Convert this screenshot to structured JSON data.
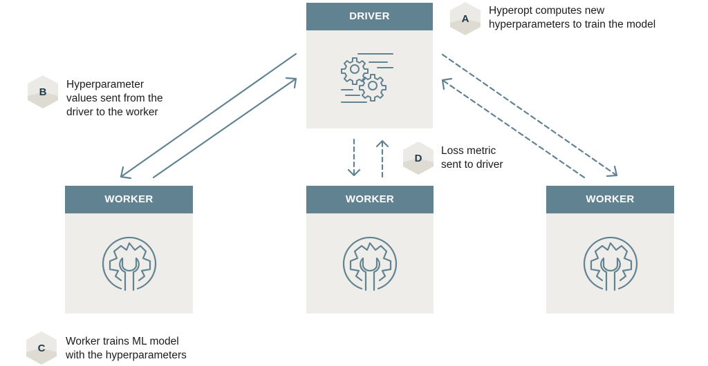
{
  "colors": {
    "header": "#618291",
    "box": "#eeede9",
    "line": "#618291",
    "badge_light": "#ebeae6",
    "badge_dark": "#dedcd2",
    "badge_text": "#1f3b47"
  },
  "driver": {
    "label": "DRIVER",
    "icon": "gears-icon"
  },
  "workers": [
    {
      "label": "WORKER",
      "icon": "wrench-gear-icon"
    },
    {
      "label": "WORKER",
      "icon": "wrench-gear-icon"
    },
    {
      "label": "WORKER",
      "icon": "wrench-gear-icon"
    }
  ],
  "annotations": {
    "A": {
      "letter": "A",
      "lines": [
        "Hyperopt computes new",
        "hyperparameters to train the model"
      ]
    },
    "B": {
      "letter": "B",
      "lines": [
        "Hyperparameter",
        "values sent from the",
        "driver to the worker"
      ]
    },
    "C": {
      "letter": "C",
      "lines": [
        "Worker trains ML model",
        "with the hyperparameters"
      ]
    },
    "D": {
      "letter": "D",
      "lines": [
        "Loss metric",
        "sent to driver"
      ]
    }
  },
  "connections": [
    {
      "from": "driver",
      "to": "worker-left",
      "style": "solid",
      "meaning": "hyperparameters"
    },
    {
      "from": "worker-left",
      "to": "driver",
      "style": "solid",
      "meaning": "hyperparameters"
    },
    {
      "from": "driver",
      "to": "worker-center",
      "style": "dashed",
      "meaning": "loss metric"
    },
    {
      "from": "worker-center",
      "to": "driver",
      "style": "dashed",
      "meaning": "loss metric"
    },
    {
      "from": "driver",
      "to": "worker-right",
      "style": "dashed",
      "meaning": "loss metric"
    },
    {
      "from": "worker-right",
      "to": "driver",
      "style": "dashed",
      "meaning": "loss metric"
    }
  ]
}
